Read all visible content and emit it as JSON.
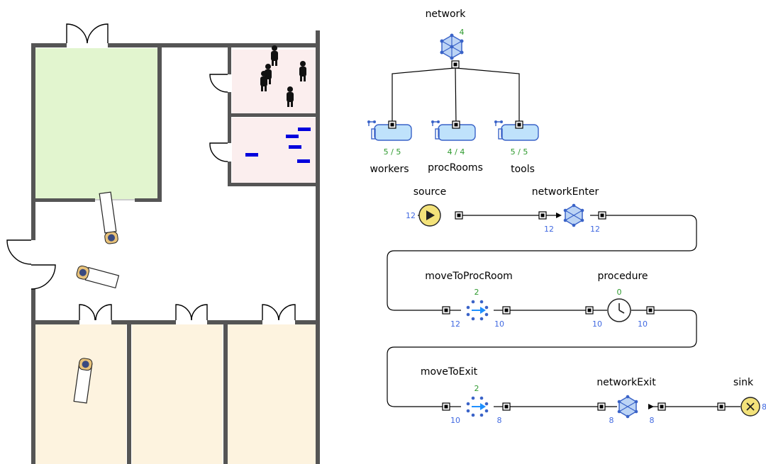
{
  "network": {
    "label": "network",
    "count": "4"
  },
  "resources": [
    {
      "label": "workers",
      "capacity": "5 / 5"
    },
    {
      "label": "procRooms",
      "capacity": "4 / 4"
    },
    {
      "label": "tools",
      "capacity": "5 / 5"
    }
  ],
  "flow": {
    "source": {
      "label": "source",
      "count_in": "12"
    },
    "networkEnter": {
      "label": "networkEnter",
      "count_in": "12",
      "count_out": "12"
    },
    "moveToProcRoom": {
      "label": "moveToProcRoom",
      "inside": "2",
      "count_in": "12",
      "count_out": "10"
    },
    "procedure": {
      "label": "procedure",
      "inside": "0",
      "count_in": "10",
      "count_out": "10"
    },
    "moveToExit": {
      "label": "moveToExit",
      "inside": "2",
      "count_in": "10",
      "count_out": "8"
    },
    "networkExit": {
      "label": "networkExit",
      "count_in": "8",
      "count_out": "8"
    },
    "sink": {
      "label": "sink",
      "count_in": "8"
    }
  },
  "colors": {
    "room_green": "#e2f5cf",
    "room_pink": "#fbeeee",
    "room_cream": "#fdf3df",
    "block_blue": "#3a63c8",
    "source_yellow": "#f3e27a",
    "tool_blue": "#0000dd"
  }
}
